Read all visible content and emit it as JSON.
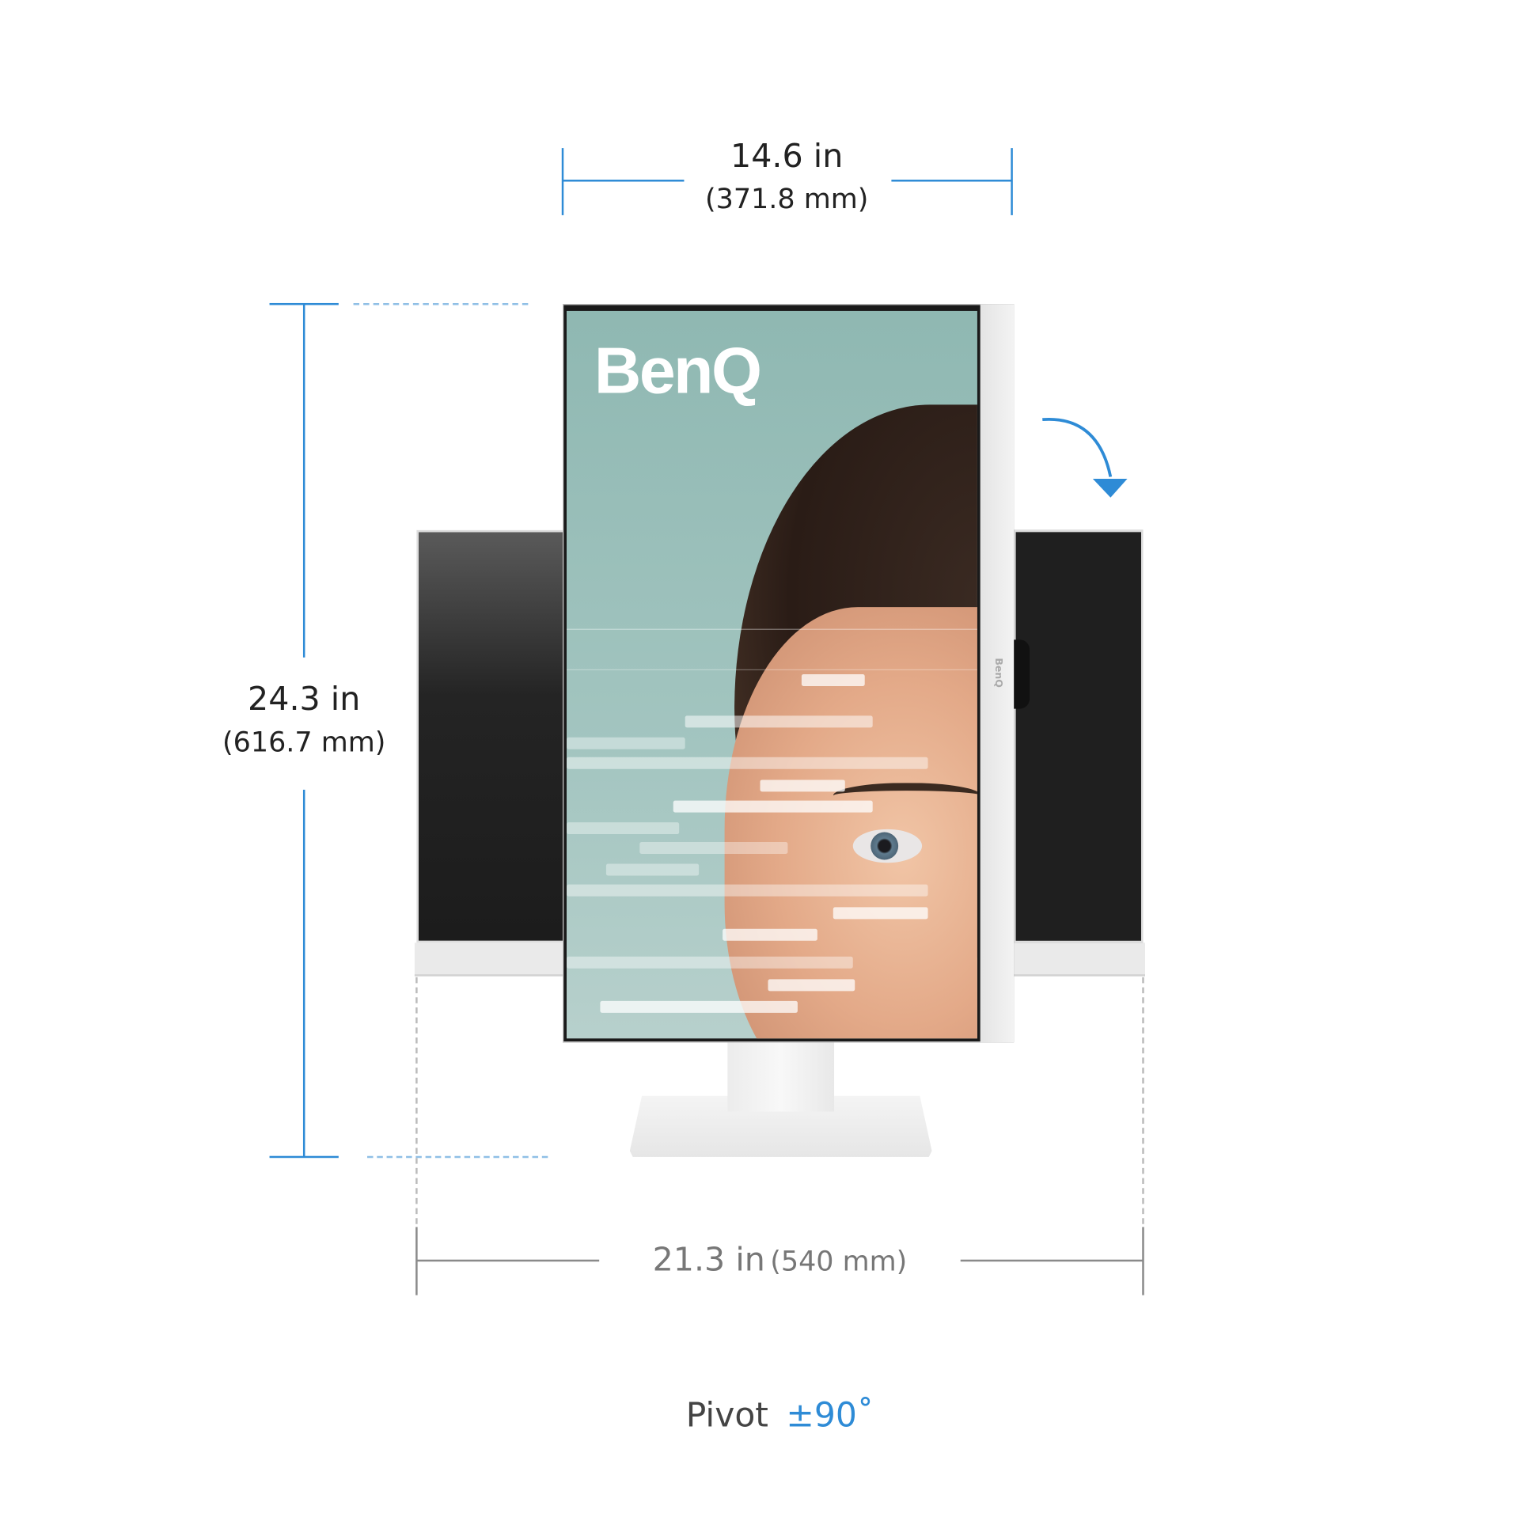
{
  "dimensions": {
    "width": {
      "inches": "14.6 in",
      "mm": "(371.8 mm)"
    },
    "height": {
      "inches": "24.3 in",
      "mm": "(616.7 mm)"
    },
    "landscape_width": {
      "inches": "21.3 in",
      "mm": "(540 mm)"
    }
  },
  "screen": {
    "brand": "BenQ"
  },
  "bezel_logo": "BenQ",
  "pivot": {
    "label": "Pivot",
    "value": "±90˚"
  },
  "colors": {
    "accent": "#2e8bd6",
    "muted": "#777777",
    "text": "#222222"
  }
}
